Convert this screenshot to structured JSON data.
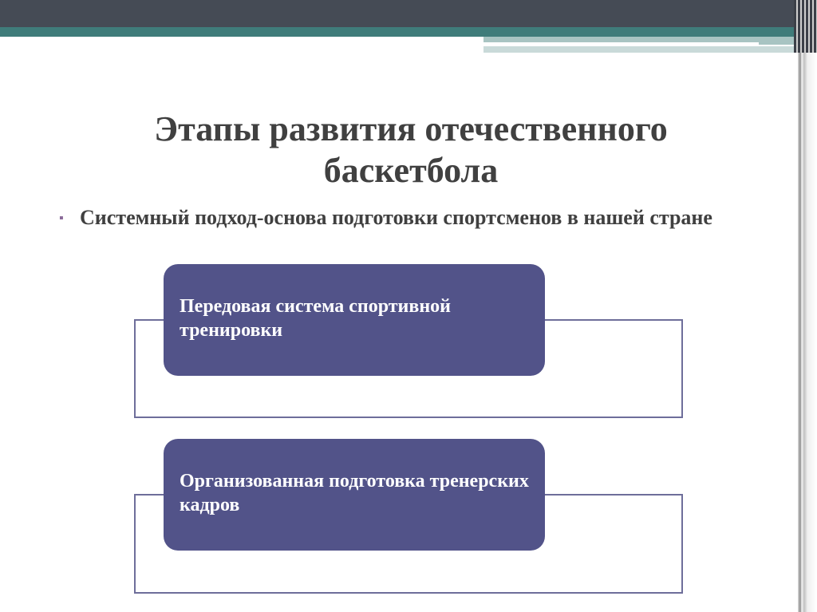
{
  "slide": {
    "title": "Этапы развития отечественного баскетбола",
    "bullets": [
      {
        "text": "Системный подход-основа подготовки спортсменов в нашей стране"
      }
    ]
  },
  "diagram": {
    "nodes": [
      {
        "label": "Передовая система спортивной тренировки"
      },
      {
        "label": "Организованная подготовка тренерских кадров"
      }
    ]
  },
  "colors": {
    "node_fill": "#525389",
    "frame_stroke": "#6e6e9a",
    "title_text": "#404040",
    "bullet_mark": "#8a6a99",
    "top_band_dark": "#454b55",
    "top_band_teal": "#3f7c7a"
  }
}
